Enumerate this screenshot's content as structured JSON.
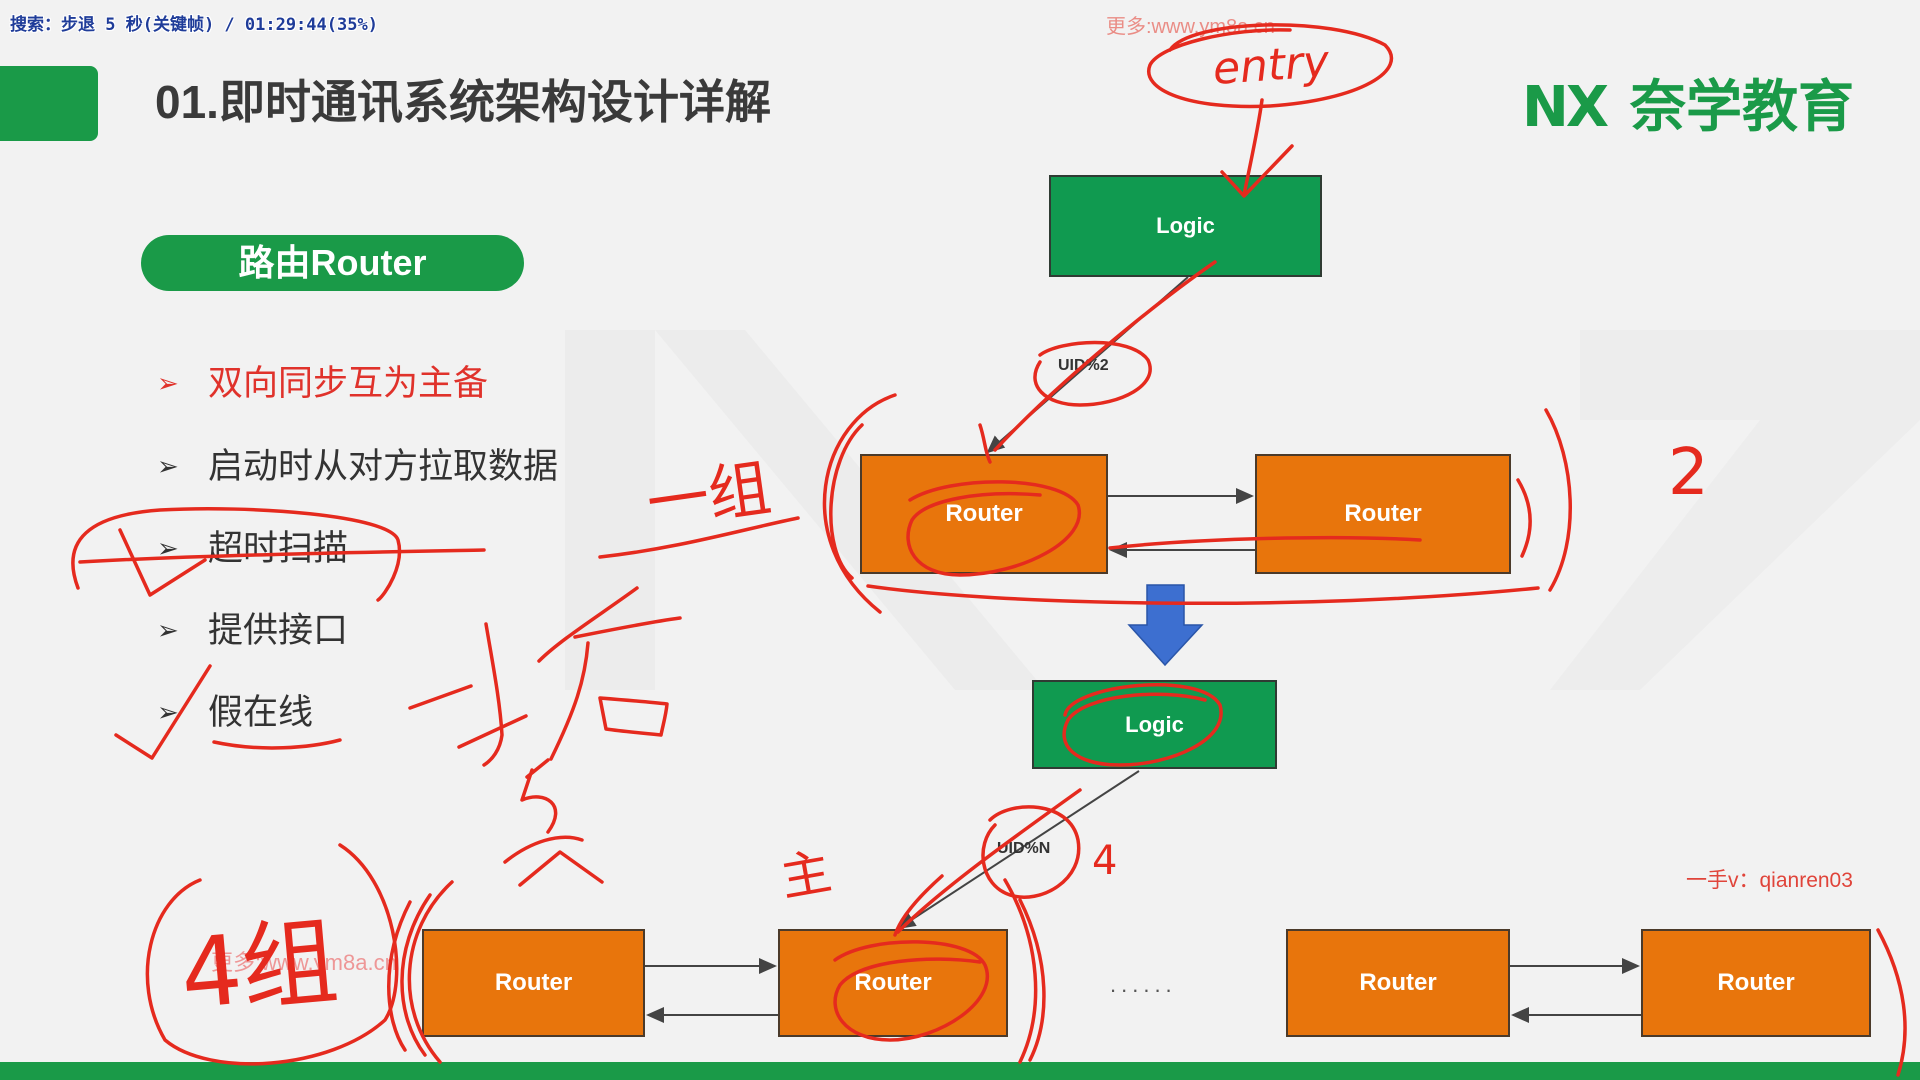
{
  "overlay": {
    "seek_status": "搜索：步退 5 秒(关键帧) / 01:29:44(35%)"
  },
  "watermarks": {
    "top": "更多:www.ym8a.cn",
    "bottom": "更多:www.ym8a.cn"
  },
  "slide": {
    "title": "01.即时通讯系统架构设计详解",
    "logo": {
      "mark": "NX",
      "name": "奈学教育"
    },
    "section_pill": "路由Router",
    "bullet_marker": "➢",
    "bullets": [
      {
        "text": "双向同步互为主备",
        "highlight": true
      },
      {
        "text": "启动时从对方拉取数据",
        "highlight": false
      },
      {
        "text": "超时扫描",
        "highlight": false
      },
      {
        "text": "提供接口",
        "highlight": false
      },
      {
        "text": "假在线",
        "highlight": false
      }
    ],
    "contact": "一手v：qianren03"
  },
  "diagram": {
    "top": {
      "logic": "Logic",
      "edge_label": "UID%2",
      "routers": [
        "Router",
        "Router"
      ]
    },
    "bottom": {
      "logic": "Logic",
      "edge_label": "UID%N",
      "routers": [
        "Router",
        "Router",
        "Router",
        "Router"
      ],
      "ellipsis": "......"
    }
  },
  "annotations": {
    "entry": "entry",
    "group_one": "一组",
    "two": "2",
    "four_groups": "4组",
    "four": "4",
    "master": "主"
  },
  "colors": {
    "brand_green": "#1a9a48",
    "logic_green": "#109a50",
    "router_orange": "#e8750c",
    "highlight_red": "#e0322b",
    "ink_red": "#e52a1e",
    "down_arrow_blue": "#3d6fd0",
    "background": "#f2f2f2"
  }
}
